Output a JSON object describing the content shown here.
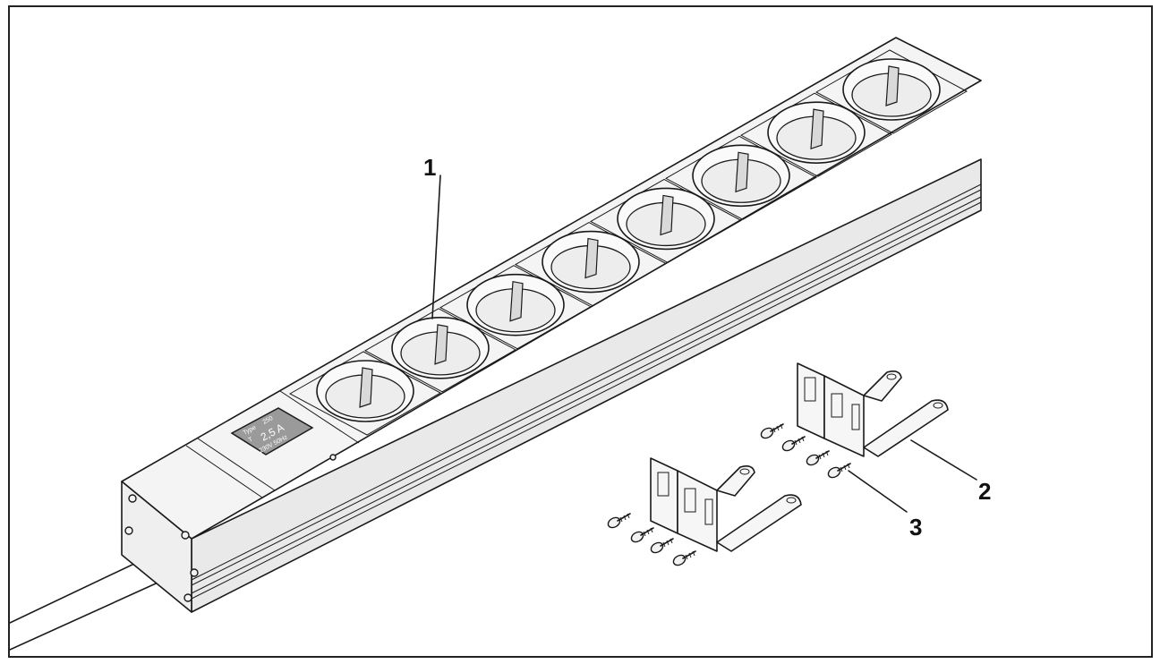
{
  "callouts": {
    "item1": "1",
    "item2": "2",
    "item3": "3"
  },
  "fuse_label": {
    "top_left": "Type",
    "top_right": "250",
    "mid_left": "T",
    "rating": "2,5 A",
    "bottom": "230V 50Hz"
  },
  "colors": {
    "frame": "#222222",
    "line": "#1a1a1a",
    "fuse_display": "#9a9a9a"
  },
  "components": {
    "power_strip_outlets": 8,
    "mounting_brackets": 2,
    "screws": 8
  }
}
